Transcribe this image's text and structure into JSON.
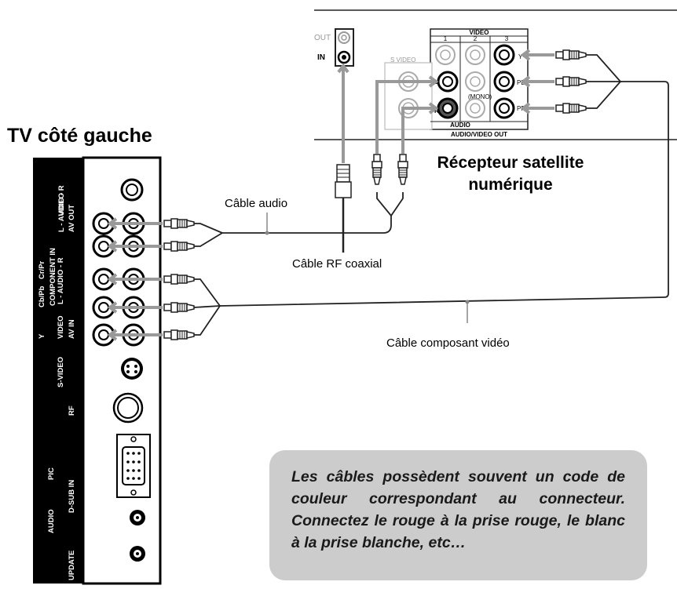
{
  "titles": {
    "tv": "TV côté gauche",
    "receiver": "Récepteur satellite numérique"
  },
  "cable_labels": {
    "audio": "Câble audio",
    "rf": "Câble RF coaxial",
    "component": "Câble composant vidéo"
  },
  "note": "Les câbles possèdent souvent un code de couleur correspondant au connecteur. Connectez le rouge à la prise rouge, le blanc à la prise blanche, etc…",
  "tv_panel": {
    "av_out": "AV OUT",
    "audio_lr": "L - AUDIO - R",
    "video": "VIDEO",
    "component_in": "COMPONENT IN",
    "cb_pb": "Cb/Pb",
    "cr_pr": "Cr/Pr",
    "y": "Y",
    "av_in": "AV IN",
    "s_video": "S-VIDEO",
    "rf": "RF",
    "pic": "PIC",
    "audio": "AUDIO",
    "d_sub_in": "D-SUB IN",
    "update": "UPDATE"
  },
  "receiver_panel": {
    "out": "OUT",
    "in": "IN",
    "video": "VIDEO",
    "col1": "1",
    "col2": "2",
    "col3": "3",
    "s_video": "S VIDEO",
    "l": "L",
    "r": "R",
    "mono": "(MONO)",
    "audio": "AUDIO",
    "audio_video_out": "AUDIO/VIDEO OUT",
    "y": "Y",
    "pb": "PB",
    "pr": "PR"
  }
}
